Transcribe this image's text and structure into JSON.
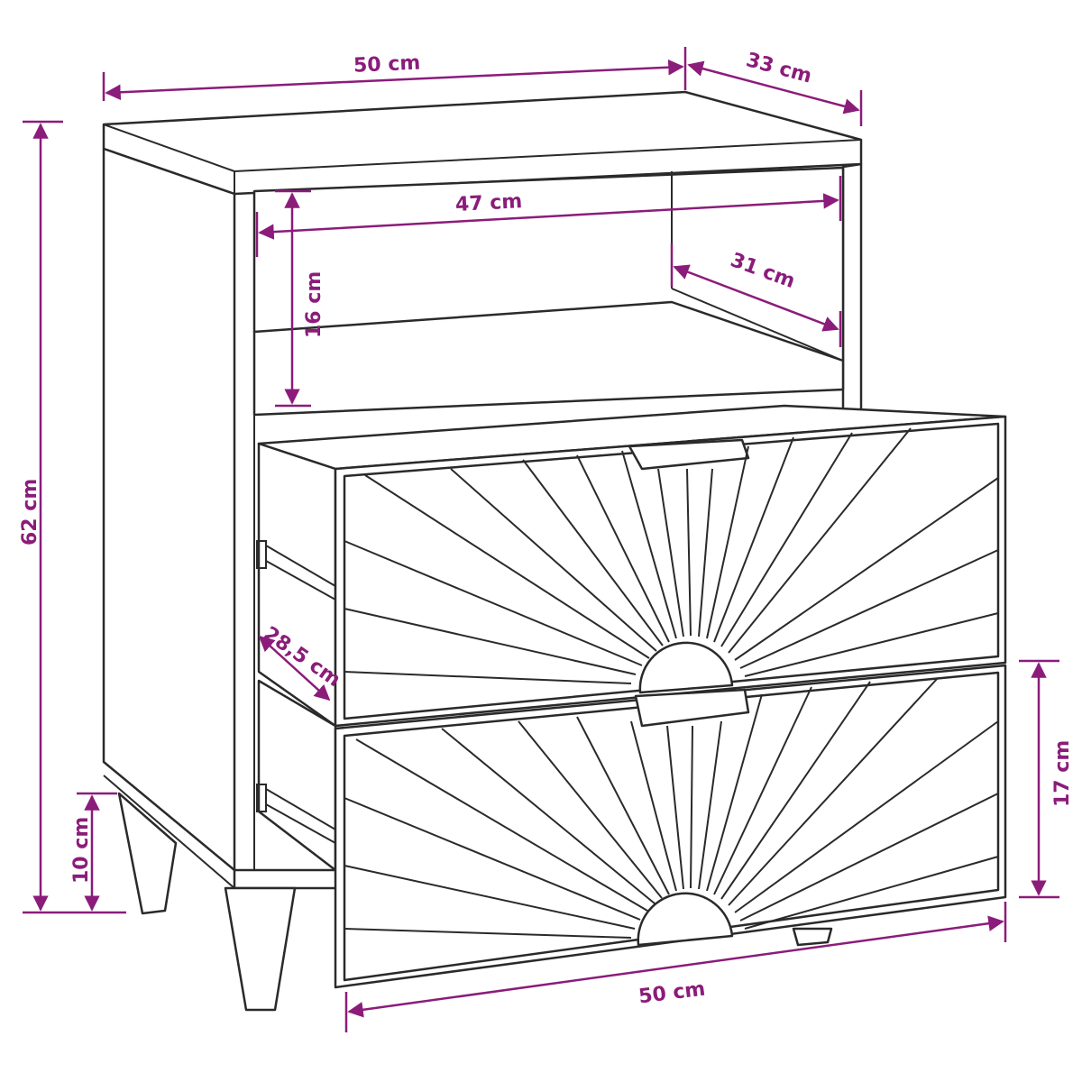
{
  "colors": {
    "dimension": "#8B1C7A",
    "outline": "#2a2a2a",
    "background": "#ffffff"
  },
  "dimensions": {
    "top_width": "50 cm",
    "top_depth": "33 cm",
    "total_height": "62 cm",
    "shelf_width": "47 cm",
    "shelf_depth": "31 cm",
    "shelf_height": "16 cm",
    "drawer_depth": "28,5 cm",
    "drawer_height": "17 cm",
    "leg_height": "10 cm",
    "front_width": "50 cm"
  }
}
